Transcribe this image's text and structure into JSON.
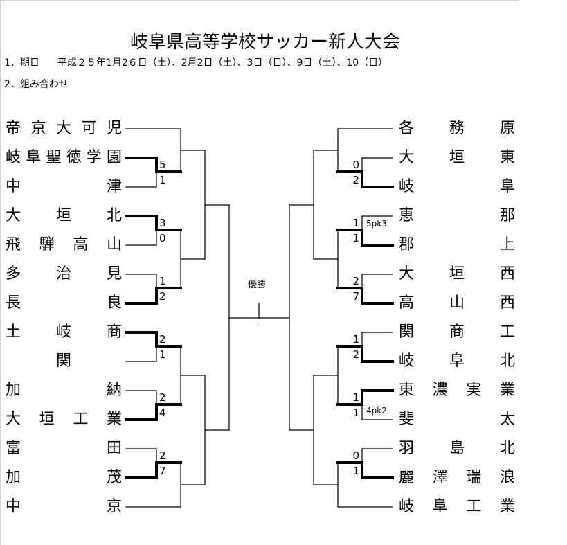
{
  "title": "岐阜県高等学校サッカー新人大会",
  "schedule": {
    "label": "1．期日",
    "dates": "平成２５年1月2６日（土）、2月2日（土）、3日（日）、9日（土）、10（日）"
  },
  "pairing_label": "2．組み合わせ",
  "champion": {
    "label": "優勝",
    "name": "-"
  },
  "left": [
    {
      "name": "帝京大可児"
    },
    {
      "name": "岐阜聖徳学園",
      "score": "5",
      "won": true
    },
    {
      "name": "中津",
      "score": "1"
    },
    {
      "name": "大垣北",
      "score": "3",
      "won": true
    },
    {
      "name": "飛騨高山",
      "score": "0"
    },
    {
      "name": "多治見",
      "score": "1"
    },
    {
      "name": "長良",
      "score": "2",
      "won": true
    },
    {
      "name": "土岐商",
      "score": "2",
      "won": true
    },
    {
      "name": "関",
      "score": "1"
    },
    {
      "name": "加納",
      "score": "2"
    },
    {
      "name": "大垣工業",
      "score": "4",
      "won": true
    },
    {
      "name": "富田",
      "score": "2"
    },
    {
      "name": "加茂",
      "score": "7",
      "won": true
    },
    {
      "name": "中京"
    }
  ],
  "right": [
    {
      "name": "各務原"
    },
    {
      "name": "大垣東",
      "score": "0"
    },
    {
      "name": "岐阜",
      "score": "2",
      "won": true
    },
    {
      "name": "恵那",
      "score": "1",
      "pk": "5pk3"
    },
    {
      "name": "郡上",
      "score": "1",
      "won": true
    },
    {
      "name": "大垣西",
      "score": "2"
    },
    {
      "name": "高山西",
      "score": "7",
      "won": true
    },
    {
      "name": "関商工",
      "score": "1"
    },
    {
      "name": "岐阜北",
      "score": "2",
      "won": true
    },
    {
      "name": "東濃実業",
      "score": "1",
      "won": true
    },
    {
      "name": "斐太",
      "score": "1",
      "pk": "4pk2"
    },
    {
      "name": "羽島北",
      "score": "0"
    },
    {
      "name": "麗澤瑞浪",
      "score": "1",
      "won": true
    },
    {
      "name": "岐阜工業"
    }
  ]
}
